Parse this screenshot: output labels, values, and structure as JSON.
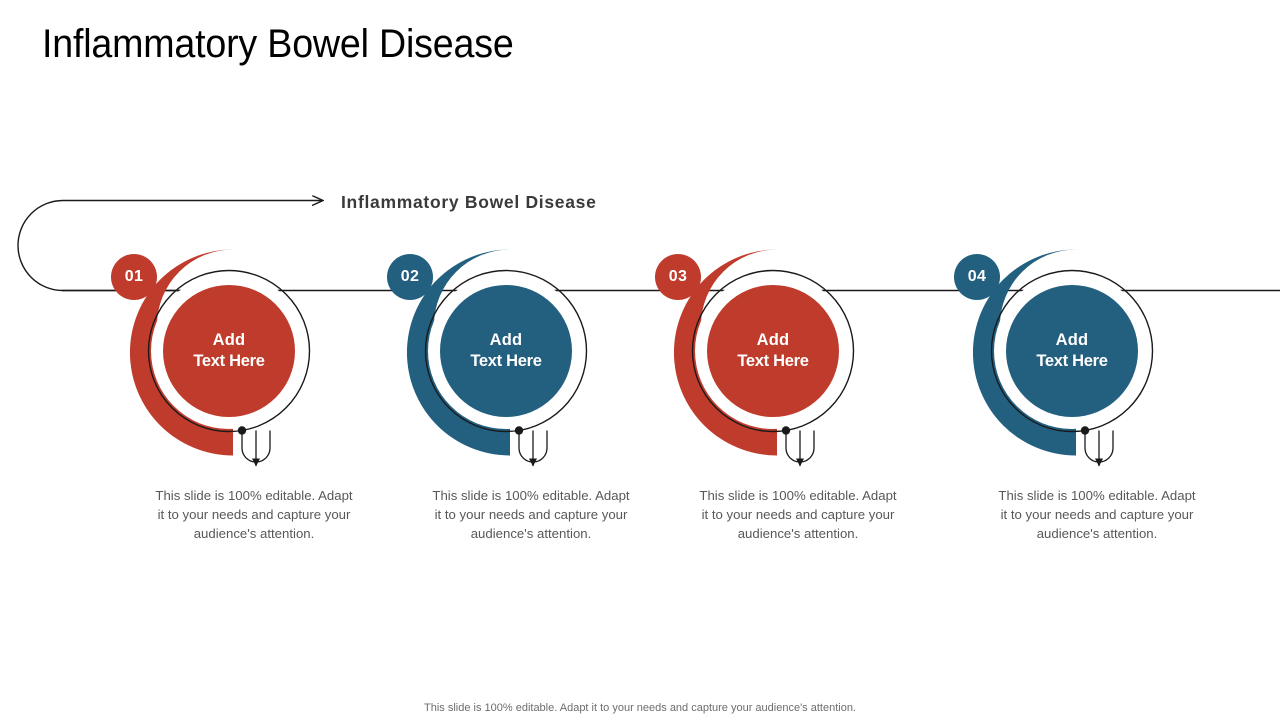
{
  "slide": {
    "title": "Inflammatory Bowel Disease",
    "subtitle": "Inflammatory Bowel Disease",
    "footer_note": "This slide is 100% editable. Adapt it to your needs and capture your audience's attention."
  },
  "colors": {
    "red": "#bf3b2c",
    "blue": "#236080",
    "outline": "#1a1a1a",
    "title_text": "#000000",
    "subtitle_text": "#3a3a3a",
    "body_text": "#58585a",
    "node_text": "#ffffff",
    "background": "#ffffff"
  },
  "nodes": [
    {
      "number": "01",
      "label_line1": "Add",
      "label_line2": "Text Here",
      "color": "#bf3b2c",
      "description": "This slide is 100% editable. Adapt it to your needs and capture your audience's attention."
    },
    {
      "number": "02",
      "label_line1": "Add",
      "label_line2": "Text Here",
      "color": "#236080",
      "description": "This slide is 100% editable. Adapt it to your needs and capture your audience's attention."
    },
    {
      "number": "03",
      "label_line1": "Add",
      "label_line2": "Text Here",
      "color": "#bf3b2c",
      "description": "This slide is 100% editable. Adapt it to your needs and capture your audience's attention."
    },
    {
      "number": "04",
      "label_line1": "Add",
      "label_line2": "Text Here",
      "color": "#236080",
      "description": "This slide is 100% editable. Adapt it to your needs and capture your audience's attention."
    }
  ]
}
